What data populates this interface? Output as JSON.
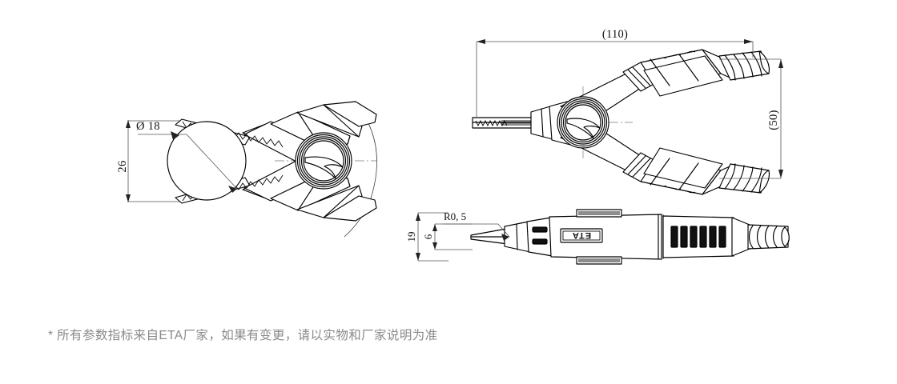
{
  "sheet": {
    "background": "#ffffff",
    "line_color": "#000000",
    "dimension_color": "#555555",
    "note_color": "#8a8a8a"
  },
  "note": {
    "text": "* 所有参数指标来自ETA厂家，如果有变更，请以实物和厂家说明为准"
  },
  "views": {
    "front_open": {
      "name": "clamp-open-front-view",
      "dimensions": {
        "height": "26",
        "diameter": "Ø 18"
      }
    },
    "side_closed": {
      "name": "clamp-closed-side-view",
      "dimensions": {
        "length": "(110)",
        "height": "(50)"
      }
    },
    "probe_profile": {
      "name": "clamp-arm-profile-view",
      "dimensions": {
        "overall_height": "19",
        "tip_height": "6",
        "tip_radius": "R0, 5"
      },
      "brand_label": "ETA"
    }
  }
}
